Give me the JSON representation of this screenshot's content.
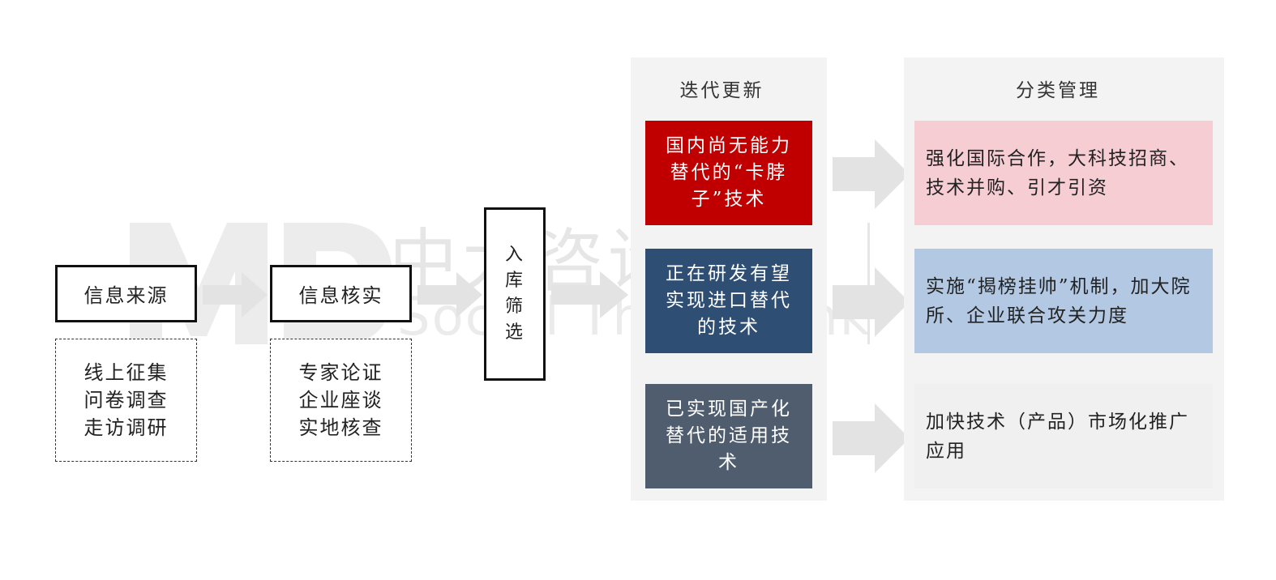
{
  "source": {
    "title": "信息来源",
    "methods": [
      "线上征集",
      "问卷调查",
      "走访调研"
    ]
  },
  "verify": {
    "title": "信息核实",
    "methods": [
      "专家论证",
      "企业座谈",
      "实地核查"
    ]
  },
  "screening": {
    "chars": [
      "入",
      "库",
      "筛",
      "选"
    ]
  },
  "iterate": {
    "title": "迭代更新",
    "items": [
      {
        "text": "国内尚无能力替代的“卡脖子”技术",
        "color": "#c00000"
      },
      {
        "text": "正在研发有望实现进口替代的技术",
        "color": "#2e4e73"
      },
      {
        "text": "已实现国产化替代的适用技术",
        "color": "#4f5d6e"
      }
    ]
  },
  "classify": {
    "title": "分类管理",
    "items": [
      {
        "text": "强化国际合作，大科技招商、技术并购、引才引资",
        "color": "#f7cdd4"
      },
      {
        "text": "实施“揭榜挂帅”机制，加大院所、企业联合攻关力度",
        "color": "#b3c8e2"
      },
      {
        "text": "加快技术（产品）市场化推广应用",
        "color": "#f0f0f0"
      }
    ]
  },
  "watermark": {
    "cn": "中大咨询智库",
    "en": "Social Think Tank"
  },
  "colors": {
    "arrow": "#e3e3e3",
    "panel": "#f3f3f3"
  }
}
